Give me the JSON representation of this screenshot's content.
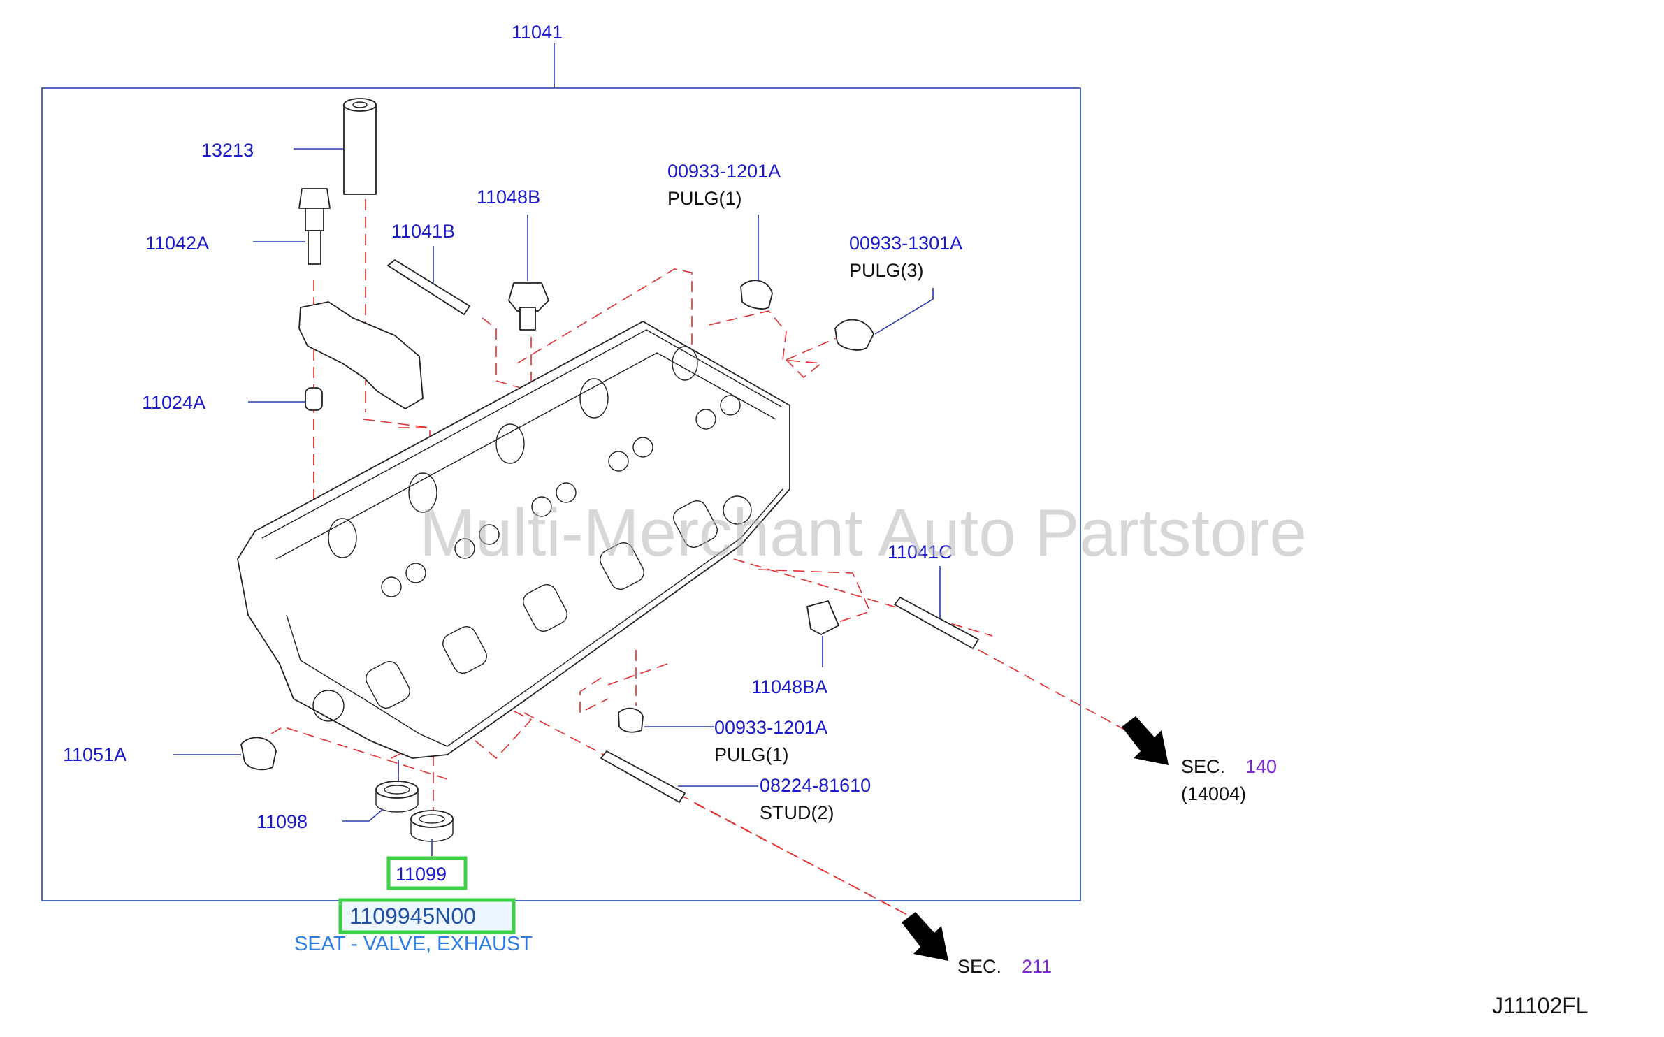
{
  "diagram": {
    "frame_part_number": "11041",
    "watermark": "Multi-Merchant Auto Partstore",
    "drawing_code": "J11102FL",
    "highlight_color": "#3fd04a",
    "callouts": [
      {
        "id": "13213",
        "text": "13213"
      },
      {
        "id": "11042a",
        "text": "11042A"
      },
      {
        "id": "11041b",
        "text": "11041B"
      },
      {
        "id": "11048b",
        "text": "11048B"
      },
      {
        "id": "00933-1201a-top",
        "text": "00933-1201A",
        "note": "PULG(1)"
      },
      {
        "id": "00933-1301a",
        "text": "00933-1301A",
        "note": "PULG(3)"
      },
      {
        "id": "11024a",
        "text": "11024A"
      },
      {
        "id": "11041c",
        "text": "11041C"
      },
      {
        "id": "11048ba",
        "text": "11048BA"
      },
      {
        "id": "00933-1201a-bottom",
        "text": "00933-1201A",
        "note": "PULG(1)"
      },
      {
        "id": "11051a",
        "text": "11051A"
      },
      {
        "id": "08224-81610",
        "text": "08224-81610",
        "note": "STUD(2)"
      },
      {
        "id": "11098",
        "text": "11098"
      },
      {
        "id": "11099",
        "text": "11099"
      }
    ],
    "selected_part": {
      "number": "1109945N00",
      "description": "SEAT - VALVE, EXHAUST"
    },
    "section_refs": [
      {
        "prefix": "SEC.",
        "number": "140",
        "sub": "(14004)"
      },
      {
        "prefix": "SEC.",
        "number": "211"
      }
    ]
  }
}
